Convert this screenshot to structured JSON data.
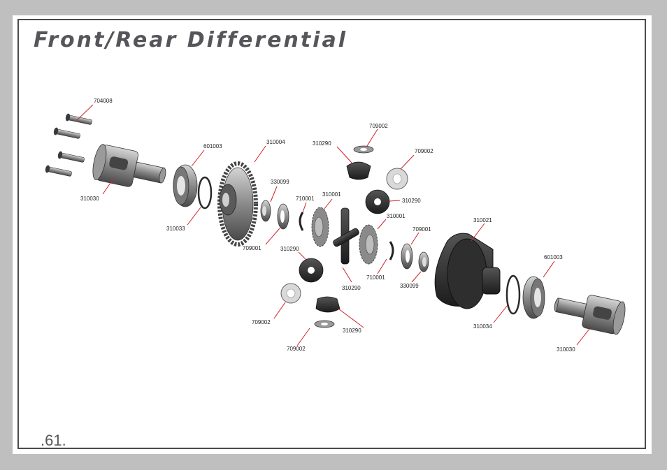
{
  "page": {
    "title": "Front/Rear Differential",
    "page_number": ".61."
  },
  "parts": [
    {
      "id": "screw-704008",
      "label": "704008"
    },
    {
      "id": "outdrive-310030-left",
      "label": "310030"
    },
    {
      "id": "bearing-601003-left",
      "label": "601003"
    },
    {
      "id": "oring-310033",
      "label": "310033"
    },
    {
      "id": "ringgear-310004",
      "label": "310004"
    },
    {
      "id": "ring-330099-left",
      "label": "330099"
    },
    {
      "id": "washer-709001-left",
      "label": "709001"
    },
    {
      "id": "clip-710001-left",
      "label": "710001"
    },
    {
      "id": "gear-310001-left",
      "label": "310001"
    },
    {
      "id": "washer-709002-top",
      "label": "709002"
    },
    {
      "id": "pinion-310290-top",
      "label": "310290"
    },
    {
      "id": "washer-709002-right",
      "label": "709002"
    },
    {
      "id": "pinion-310290-right",
      "label": "310290"
    },
    {
      "id": "gear-310001-right",
      "label": "310001"
    },
    {
      "id": "washer-709001-right",
      "label": "709001"
    },
    {
      "id": "pinion-310290-left",
      "label": "310290"
    },
    {
      "id": "shaft-310290",
      "label": "310290"
    },
    {
      "id": "clip-710001-right",
      "label": "710001"
    },
    {
      "id": "ring-330099-right",
      "label": "330099"
    },
    {
      "id": "washer-709002-left",
      "label": "709002"
    },
    {
      "id": "pinion-310290-bottom",
      "label": "310290"
    },
    {
      "id": "washer-709002-bottom",
      "label": "709002"
    },
    {
      "id": "case-310021",
      "label": "310021"
    },
    {
      "id": "oring-310034",
      "label": "310034"
    },
    {
      "id": "bearing-601003-right",
      "label": "601003"
    },
    {
      "id": "outdrive-310030-right",
      "label": "310030"
    }
  ]
}
